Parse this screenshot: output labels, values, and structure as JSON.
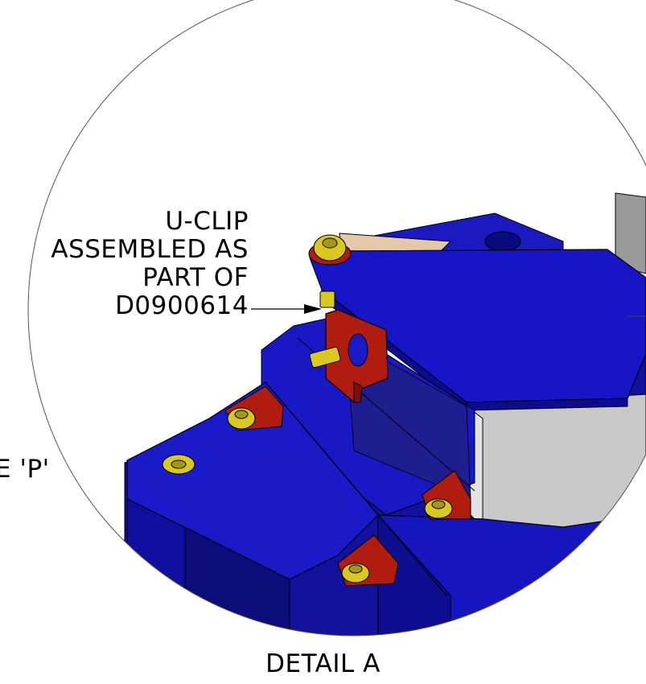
{
  "callout": {
    "line1": "U-CLIP",
    "line2": "ASSEMBLED AS",
    "line3": "PART OF",
    "line4": "D0900614"
  },
  "partial_label": "E 'P'",
  "detail_title": "DETAIL A",
  "colors": {
    "body_blue": "#1616c8",
    "edge_dark": "#000050",
    "clip_red": "#b01c10",
    "screw_yellow": "#d8c820",
    "plate_gray": "#c8c8c8",
    "tan_plate": "#e4c8a8"
  }
}
